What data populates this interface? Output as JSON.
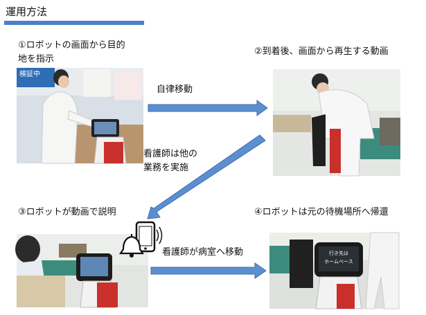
{
  "header": {
    "title": "運用方法"
  },
  "steps": {
    "step1": {
      "line1": "①ロボットの画面から目的",
      "line2": "地を指示"
    },
    "step2": {
      "label": "②到着後、画面から再生する動画"
    },
    "step3": {
      "label": "③ロボットが動画で説明"
    },
    "step4": {
      "label": "④ロボットは元の待機場所へ帰還"
    }
  },
  "arrows": {
    "auto_move": "自律移動",
    "nurse_other_line1": "看護師は他の",
    "nurse_other_line2": "業務を実施",
    "nurse_move": "看護師が病室へ移動"
  },
  "photo_texts": {
    "poster": "検証中",
    "screen": "行き先は\nホームベース"
  },
  "colors": {
    "arrow": "#5b8fcf",
    "arrow_stroke": "#3f6fae",
    "accent": "#4a80c8"
  },
  "icons": [
    "smartphone-icon",
    "bell-icon"
  ]
}
